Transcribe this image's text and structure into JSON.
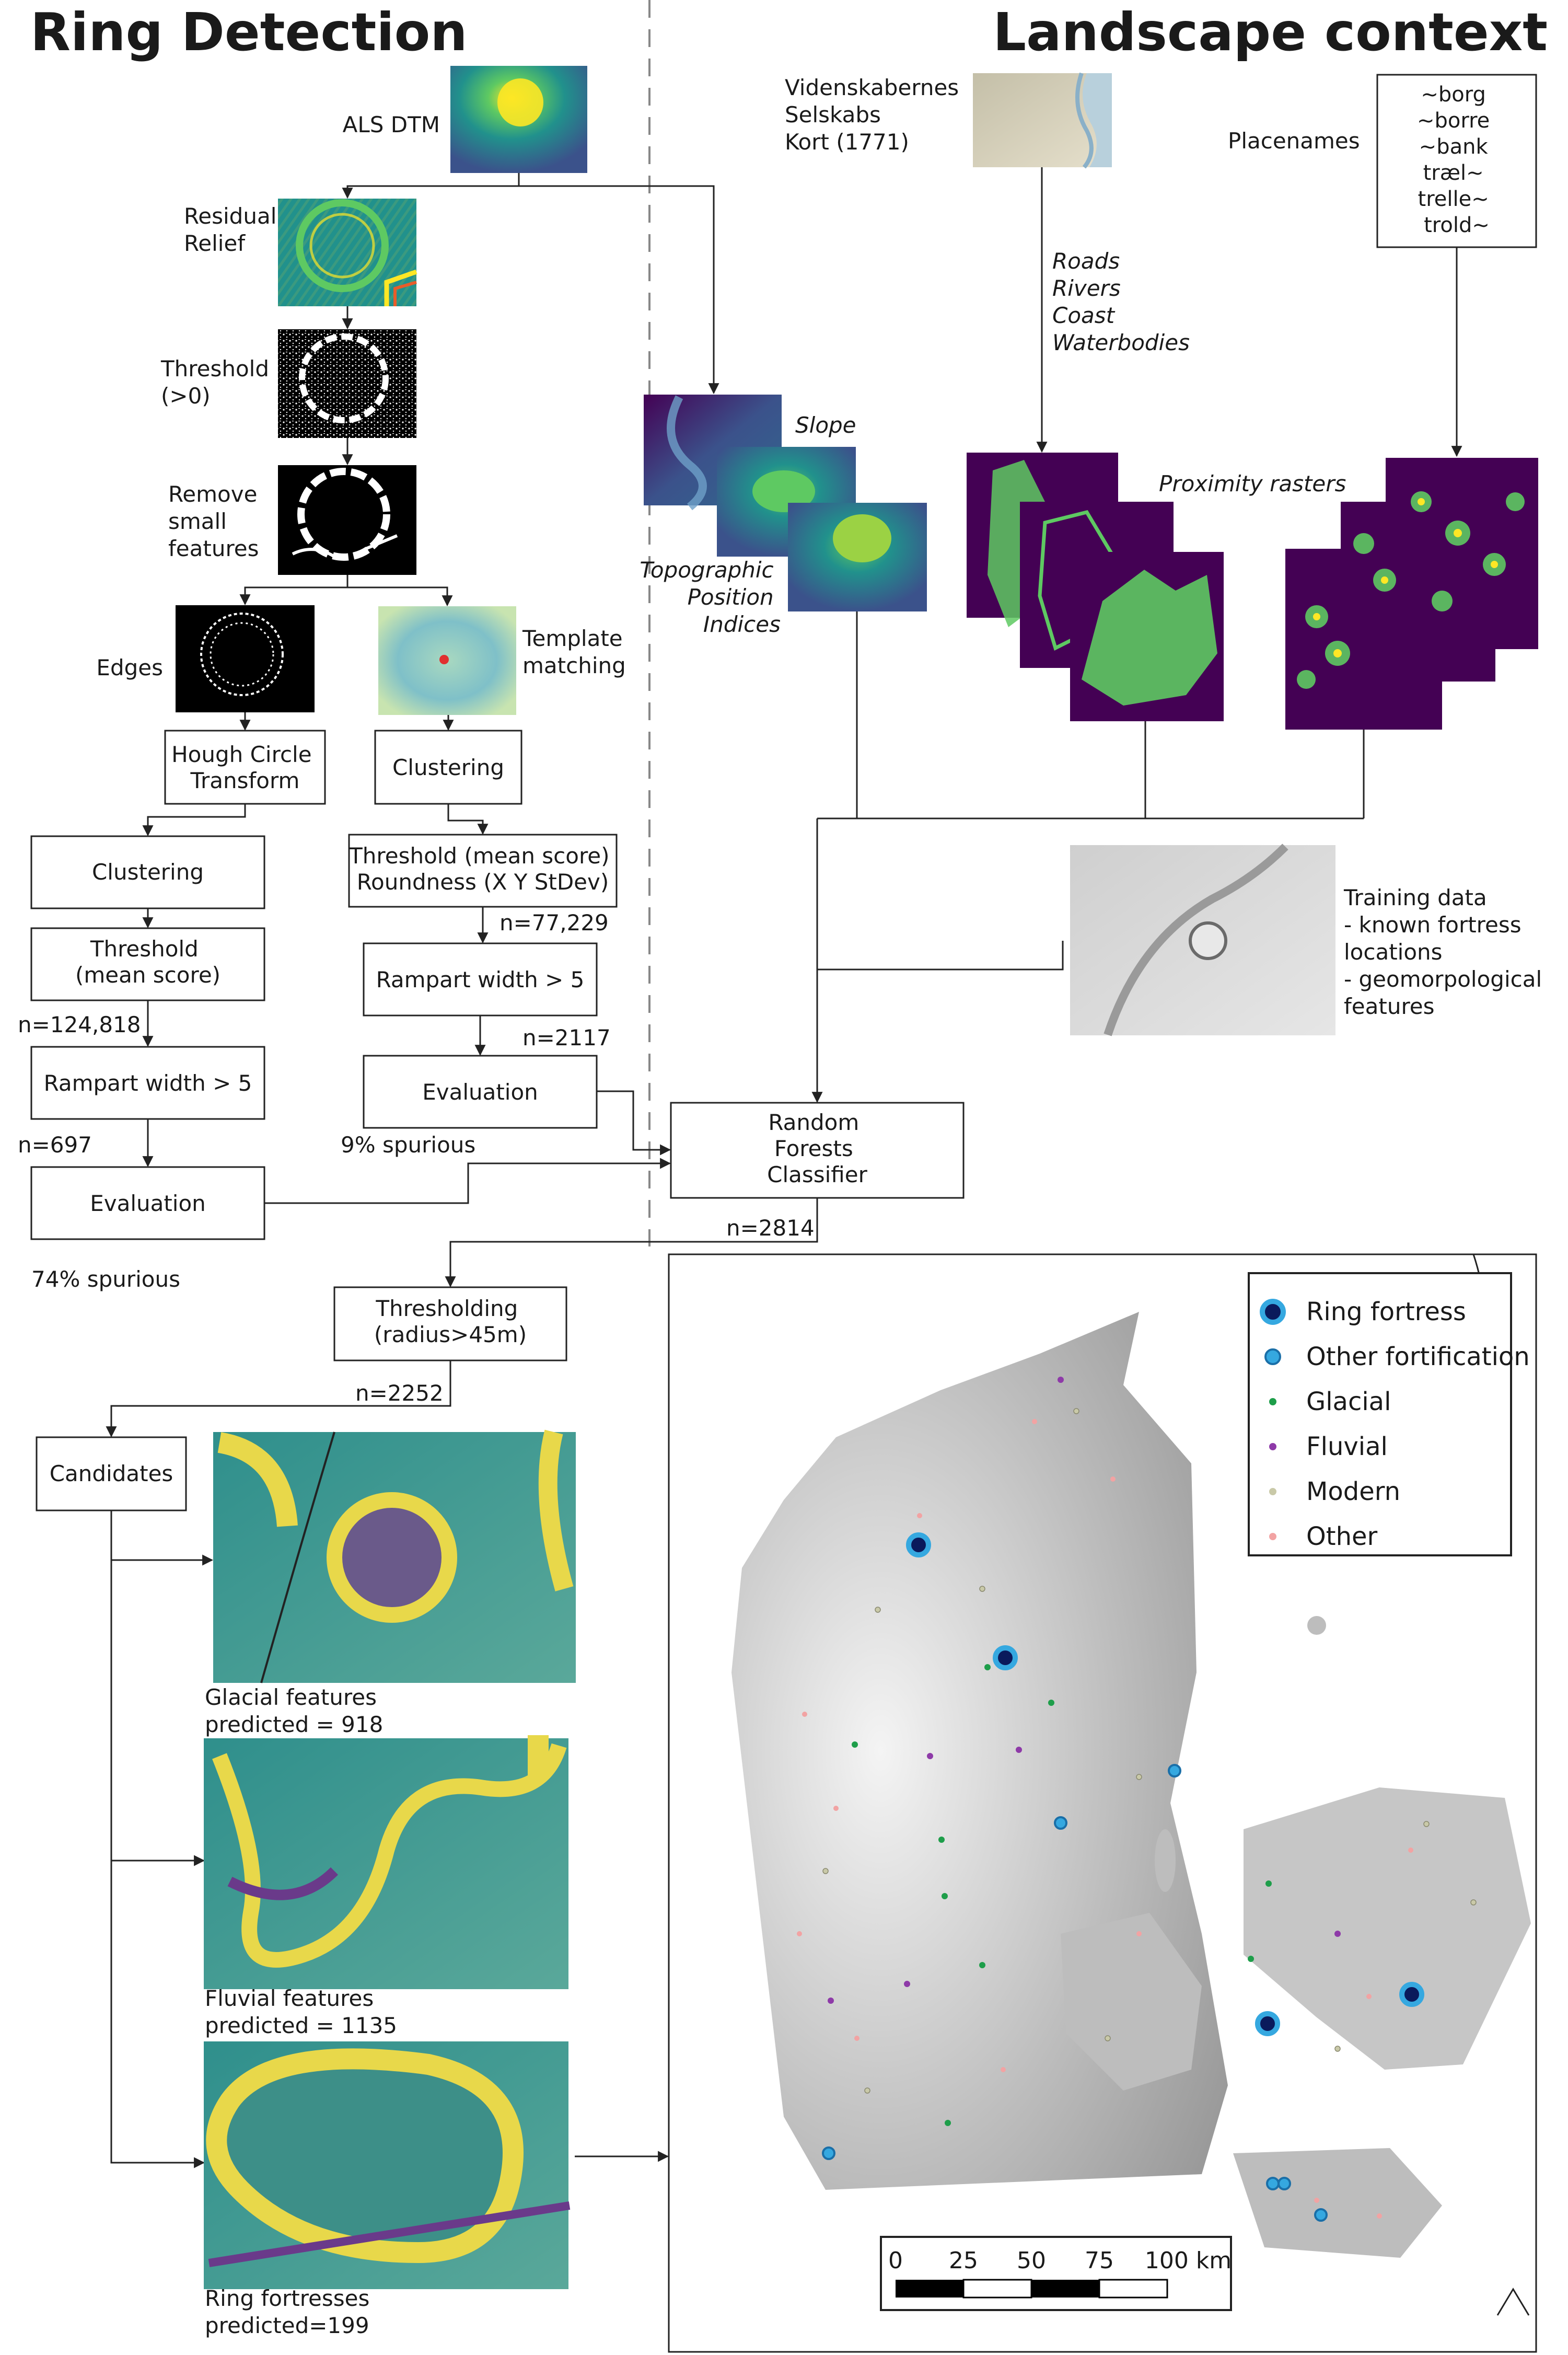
{
  "headings": {
    "left": "Ring Detection",
    "right": "Landscape context"
  },
  "ring_detection": {
    "als_dtm": "ALS DTM",
    "residual_relief": [
      "Residual",
      "Relief"
    ],
    "threshold_gt0": [
      "Threshold",
      "(>0)"
    ],
    "remove_small": [
      "Remove",
      "small",
      "features"
    ],
    "edges": "Edges",
    "template_matching": [
      "Template",
      "matching"
    ],
    "hough": [
      "Hough Circle",
      "Transform"
    ],
    "clustering_left": "Clustering",
    "clustering_right": "Clustering",
    "threshold_mean_left": [
      "Threshold",
      "(mean score)"
    ],
    "threshold_mean_right": [
      "Threshold (mean score)",
      "Roundness (X Y StDev)"
    ],
    "rampart_left": "Rampart width > 5",
    "rampart_right": "Rampart width > 5",
    "evaluation_left": "Evaluation",
    "evaluation_right": "Evaluation",
    "n_124818": "n=124,818",
    "n_697": "n=697",
    "n_77229": "n=77,229",
    "n_2117": "n=2117",
    "spurious_left": "74% spurious",
    "spurious_right": "9% spurious"
  },
  "landscape": {
    "map_label": [
      "Videnskabernes",
      "Selskabs",
      "Kort (1771)"
    ],
    "map_features": [
      "Roads",
      "Rivers",
      "Coast",
      "Waterbodies"
    ],
    "placenames_label": "Placenames",
    "placenames": [
      "~borg",
      "~borre",
      "~bank",
      "træl~",
      "trelle~",
      "trold~"
    ],
    "slope": "Slope",
    "tpi": [
      "Topographic",
      "Position",
      "Indices"
    ],
    "proximity": "Proximity rasters",
    "training": [
      "Training data",
      "- known fortress",
      "locations",
      "- geomorpological",
      "features"
    ]
  },
  "classifier": {
    "label": [
      "Random",
      "Forests",
      "Classifier"
    ],
    "n_2814": "n=2814",
    "thresholding": [
      "Thresholding",
      "(radius>45m)"
    ],
    "n_2252": "n=2252",
    "candidates": "Candidates",
    "glacial": [
      "Glacial features",
      "predicted = 918"
    ],
    "fluvial": [
      "Fluvial features",
      "predicted = 1135"
    ],
    "ring": [
      "Ring fortresses",
      "predicted=199"
    ]
  },
  "map": {
    "legend": [
      {
        "label": "Ring fortress",
        "color": "#0a1a5c",
        "ring": "#35a8e0"
      },
      {
        "label": "Other fortification",
        "color": "#35a8e0",
        "ring": "#1a6fa8"
      },
      {
        "label": "Glacial",
        "color": "#1e9e4a"
      },
      {
        "label": "Fluvial",
        "color": "#8e3aa8"
      },
      {
        "label": "Modern",
        "color": "#c9c9a8"
      },
      {
        "label": "Other",
        "color": "#f2a3a3"
      }
    ],
    "scale_ticks": [
      "0",
      "25",
      "50",
      "75",
      "100 km"
    ]
  },
  "palette": {
    "viridis_dark": "#440154",
    "viridis_mid": "#21918c",
    "viridis_light": "#5ec962",
    "viridis_yellow": "#fde725",
    "land": "#b8b8b8",
    "sea": "#ffffff"
  }
}
